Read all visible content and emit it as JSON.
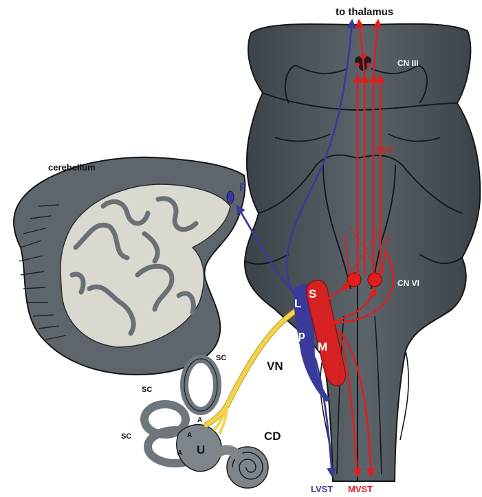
{
  "labels": {
    "to_thalamus": "to thalamus",
    "cn_iii": "CN III",
    "mlf": "MLF",
    "cerebellum": "cerebellum",
    "f": "F",
    "cn_vi": "CN VI",
    "s": "S",
    "l": "L",
    "sp": "Sp",
    "m": "M",
    "vn": "VN",
    "sc1": "SC",
    "sc2": "SC",
    "sc3": "SC",
    "a1": "A",
    "a2": "A",
    "a3": "A",
    "u": "U",
    "cd": "CD",
    "lvst": "LVST",
    "mvst": "MVST"
  },
  "colors": {
    "brainstem": "#4a5157",
    "brainstem_dark": "#2a2f33",
    "brainstem_light": "#6b747b",
    "cerebellum_grey": "#6a7075",
    "cerebellum_white": "#d9d9cf",
    "inner_ear": "#7e868b",
    "lateral_blue": "#3a3a9a",
    "medial_red": "#e21d1d",
    "nerve_yellow": "#f3d34a",
    "label_white": "#ffffff",
    "label_black": "#111111"
  }
}
